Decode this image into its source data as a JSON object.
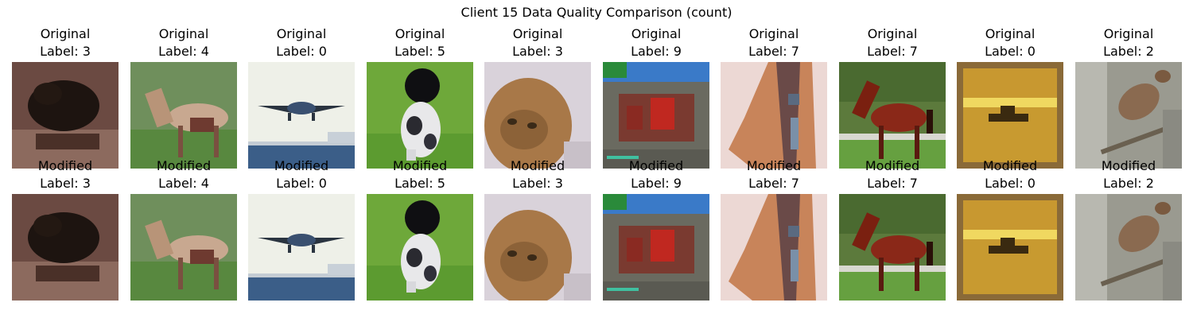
{
  "figure": {
    "title": "Client 15 Data Quality Comparison (count)"
  },
  "panels": [
    {
      "original_title": "Original\nLabel: 3",
      "modified_title": "Modified\nLabel: 3",
      "image": "brown-animal-silhouette"
    },
    {
      "original_title": "Original\nLabel: 4",
      "modified_title": "Modified\nLabel: 4",
      "image": "deer-in-grass"
    },
    {
      "original_title": "Original\nLabel: 0",
      "modified_title": "Modified\nLabel: 0",
      "image": "jet-airplane"
    },
    {
      "original_title": "Original\nLabel: 5",
      "modified_title": "Modified\nLabel: 5",
      "image": "spotted-dog-on-grass"
    },
    {
      "original_title": "Original\nLabel: 3",
      "modified_title": "Modified\nLabel: 3",
      "image": "tabby-cat"
    },
    {
      "original_title": "Original\nLabel: 9",
      "modified_title": "Modified\nLabel: 9",
      "image": "red-truck-toy"
    },
    {
      "original_title": "Original\nLabel: 7",
      "modified_title": "Modified\nLabel: 7",
      "image": "horse-head"
    },
    {
      "original_title": "Original\nLabel: 7",
      "modified_title": "Modified\nLabel: 7",
      "image": "brown-horse-standing"
    },
    {
      "original_title": "Original\nLabel: 0",
      "modified_title": "Modified\nLabel: 0",
      "image": "ship-at-sunset"
    },
    {
      "original_title": "Original\nLabel: 2",
      "modified_title": "Modified\nLabel: 2",
      "image": "perched-bird"
    }
  ]
}
